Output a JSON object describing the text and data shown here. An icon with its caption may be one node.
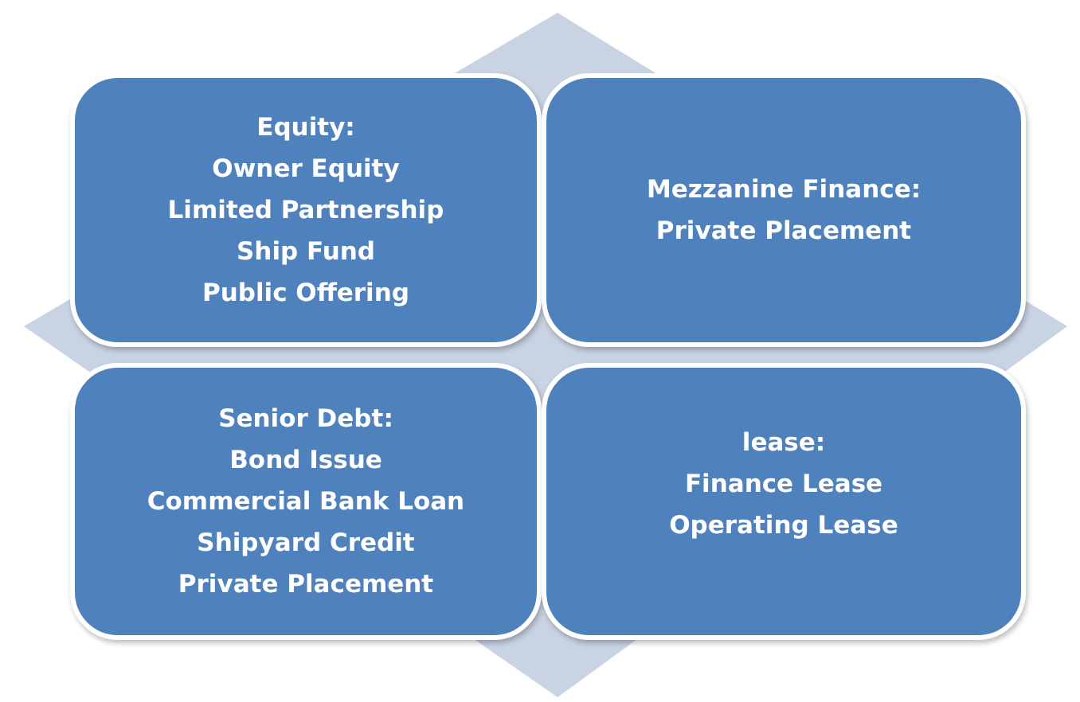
{
  "diagram": {
    "nodes": [
      {
        "text": [
          "Equity:",
          "Owner Equity",
          "Limited Partnership",
          "Ship Fund",
          "Public Offering"
        ]
      },
      {
        "text": [
          "Mezzanine Finance:",
          "Private Placement"
        ]
      },
      {
        "text": [
          "Senior Debt:",
          "Bond Issue",
          "Commercial Bank Loan",
          "Shipyard Credit",
          "Private Placement"
        ]
      },
      {
        "text": [
          "lease:",
          "Finance Lease",
          "Operating Lease"
        ]
      }
    ],
    "edges": []
  }
}
